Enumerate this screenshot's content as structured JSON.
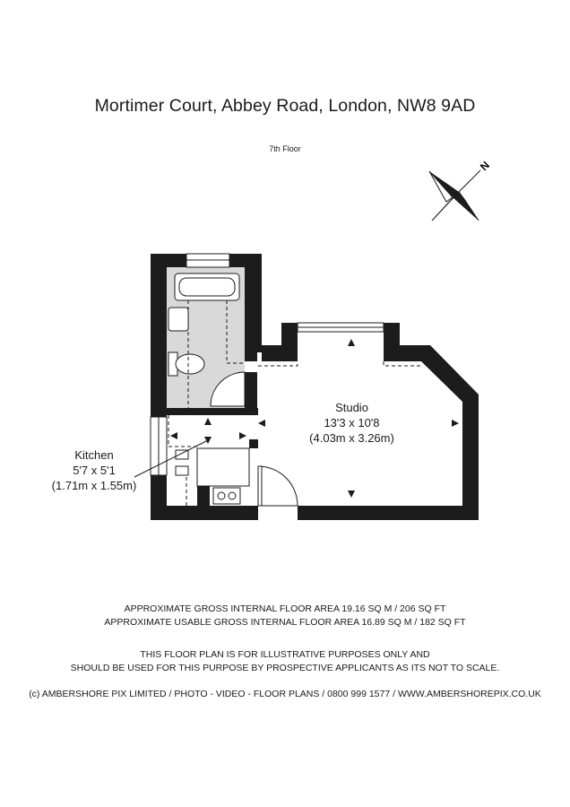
{
  "title": "Mortimer Court, Abbey Road, London, NW8 9AD",
  "floor_level": "7th Floor",
  "compass": {
    "icon": "compass-rose-icon",
    "north_label": "N"
  },
  "rooms": {
    "studio": {
      "name": "Studio",
      "imperial": "13'3 x 10'8",
      "metric": "(4.03m x 3.26m)"
    },
    "kitchen": {
      "name": "Kitchen",
      "imperial": "5'7 x 5'1",
      "metric": "(1.71m x 1.55m)"
    }
  },
  "area": {
    "gross": "APPROXIMATE GROSS INTERNAL FLOOR AREA 19.16 SQ M / 206 SQ FT",
    "usable": "APPROXIMATE USABLE GROSS INTERNAL FLOOR AREA 16.89 SQ M / 182 SQ FT"
  },
  "disclaimer": {
    "line1": "THIS FLOOR PLAN IS FOR ILLUSTRATIVE PURPOSES ONLY AND",
    "line2": "SHOULD BE USED FOR THIS PURPOSE BY PROSPECTIVE APPLICANTS AS ITS NOT TO SCALE."
  },
  "copyright": "(c) AMBERSHORE PIX LIMITED / PHOTO - VIDEO - FLOOR PLANS / 0800 999 1577 / WWW.AMBERSHOREPIX.CO.UK",
  "colors": {
    "wall": "#1c1c1c",
    "bathroom_floor": "#d9d9d9",
    "paper": "#ffffff"
  }
}
